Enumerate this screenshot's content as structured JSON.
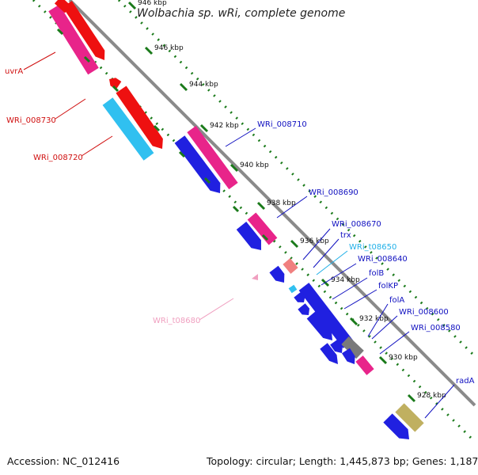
{
  "title": "Wolbachia sp. wRi, complete genome",
  "accession": "Accession: NC_012416",
  "topology": "Topology: circular; Length: 1,445,873 bp; Genes: 1,187",
  "colors": {
    "forward_cds": "#e8248a",
    "reverse_cds": "#2020e0",
    "trna": "#30c0f0",
    "red_gene": "#ee1010",
    "khaki_gene": "#c0b060",
    "grey_gene": "#7a7a7a",
    "pink_gene": "#f08080",
    "backbone": "#8a8a8a",
    "ticks": "#1a7a1a",
    "label_blue": "#1010c0",
    "label_red": "#d01010",
    "label_cyan": "#20b0e8",
    "label_pink": "#f0a0c0"
  },
  "ticks": [
    "946 kbp",
    "944 kbp",
    "942 kbp",
    "940 kbp",
    "938 kbp",
    "936 kbp",
    "934 kbp",
    "932 kbp",
    "930 kbp",
    "928 kbp"
  ],
  "top_tick": "946 kbp",
  "genes": [
    {
      "name": "uvrA",
      "color": "red"
    },
    {
      "name": "WRi_008730",
      "color": "red"
    },
    {
      "name": "WRi_008720",
      "color": "red"
    },
    {
      "name": "WRi_008710",
      "color": "blue"
    },
    {
      "name": "WRi_008690",
      "color": "blue"
    },
    {
      "name": "WRi_008670",
      "color": "blue"
    },
    {
      "name": "trx",
      "color": "blue"
    },
    {
      "name": "WRi_t08650",
      "color": "cyan"
    },
    {
      "name": "WRi_008640",
      "color": "blue"
    },
    {
      "name": "folB",
      "color": "blue"
    },
    {
      "name": "folKP",
      "color": "blue"
    },
    {
      "name": "folA",
      "color": "blue"
    },
    {
      "name": "WRi_008600",
      "color": "blue"
    },
    {
      "name": "WRi_008580",
      "color": "blue"
    },
    {
      "name": "radA",
      "color": "blue"
    },
    {
      "name": "WRi_t08680",
      "color": "pink"
    }
  ]
}
